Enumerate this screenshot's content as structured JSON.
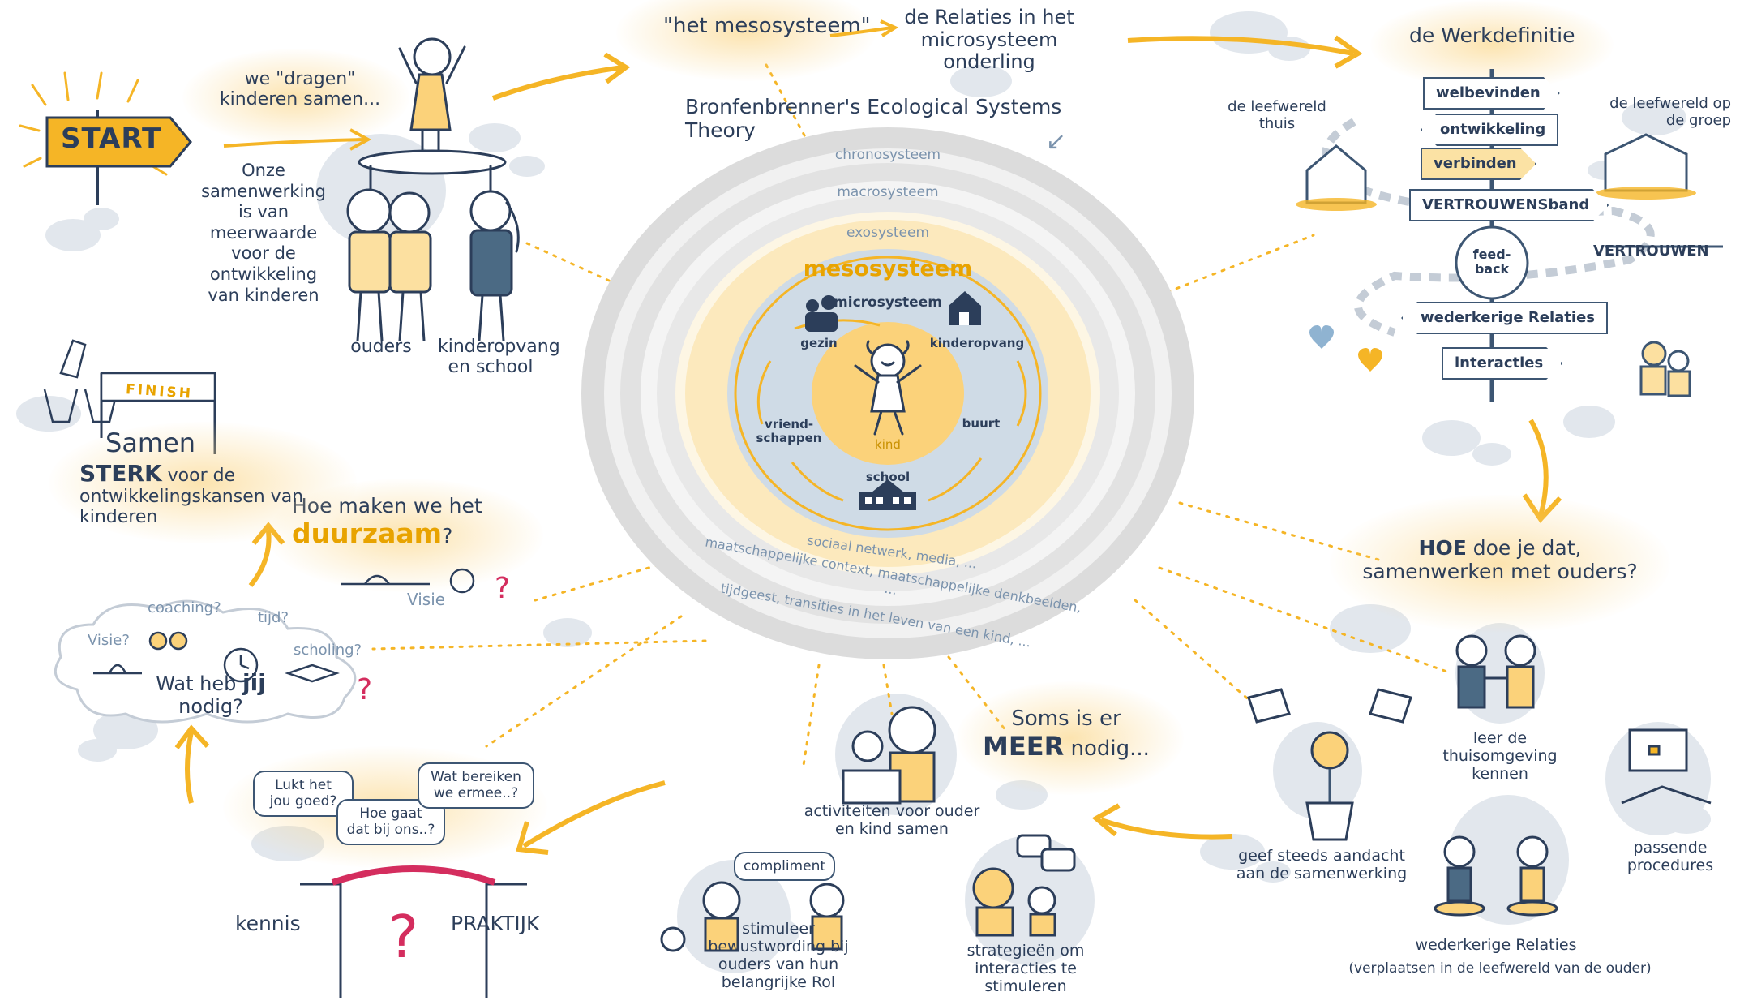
{
  "colors": {
    "accent": "#f5b526",
    "ink": "#2c3e5a",
    "grey_ring": "#d9d9d9",
    "light_ring": "#ececec",
    "blue_ring": "#cfdbe6",
    "core": "#fbd27a",
    "cloud": "#dde3ea"
  },
  "start": {
    "sign": "START",
    "carry": "we \"dragen\" kinderen samen...",
    "collab": "Onze samenwerking is van meerwaarde voor de ontwikkeling van kinderen",
    "parents": "ouders",
    "childcare": "kinderopvang en school"
  },
  "meso": {
    "title": "\"het mesosysteem\"",
    "relations": "de Relaties in het microsysteem onderling"
  },
  "theory": {
    "title": "Bronfenbrenner's Ecological Systems Theory",
    "rings": {
      "chrono": "chronosysteem",
      "macro": "macrosysteem",
      "exo": "exosysteem",
      "meso": "mesosysteem",
      "micro": "microsysteem"
    },
    "nodes": {
      "family": "gezin",
      "childcare": "kinderopvang",
      "neighbourhood": "buurt",
      "school": "school",
      "friends": "vriend-schappen",
      "child": "kind"
    },
    "outer_texts": [
      "sociaal netwerk, media, ...",
      "maatschappelijke context, maatschappelijke denkbeelden, ...",
      "tijdgeest, transities in het leven van een kind, ..."
    ]
  },
  "werkdefinitie": {
    "title": "de Werkdefinitie",
    "home": "de leefwereld thuis",
    "group": "de leefwereld op de groep",
    "signs": [
      "welbevinden",
      "ontwikkeling",
      "verbinden",
      "VERTROUWENSband",
      "feed-back",
      "wederkerige Relaties",
      "interacties"
    ],
    "trust": "VERTROUWEN"
  },
  "how": {
    "hoe": "HOE",
    "rest1": " doe je dat,",
    "line2": "samenwerken met ouders?"
  },
  "steps": {
    "home": "leer de thuisomgeving kennen",
    "procedures": "passende procedures",
    "reciprocal": "wederkerige Relaties",
    "reciprocal_sub": "(verplaatsen in de leefwereld van de ouder)",
    "attention": "geef steeds aandacht aan de samenwerking",
    "more_pre": "Soms is er",
    "more_big": "MEER",
    "more_post": "nodig...",
    "interactions": "strategieën om interacties te stimuleren",
    "activities": "activiteiten voor ouder en kind samen",
    "awareness": "stimuleer bewustwording bij ouders van hun belangrijke Rol",
    "compliment": "compliment"
  },
  "bridge": {
    "q1": "Lukt het jou goed?",
    "q2": "Hoe gaat dat bij ons..?",
    "q3": "Wat bereiken we ermee..?",
    "knowledge": "kennis",
    "practice": "PRAKTIJK"
  },
  "needs": {
    "question_pre": "Wat heb",
    "question_big": "jij",
    "question_post": "nodig?",
    "vision": "Visie?",
    "coaching": "coaching?",
    "time": "tijd?",
    "training": "scholing?"
  },
  "sustain": {
    "pre": "Hoe maken we het",
    "big": "duurzaam",
    "post": "?",
    "vision": "Visie"
  },
  "finish": {
    "banner": "FINISH",
    "title": "Samen",
    "strong": "STERK",
    "sub": "voor de ontwikkelingskansen van kinderen"
  }
}
